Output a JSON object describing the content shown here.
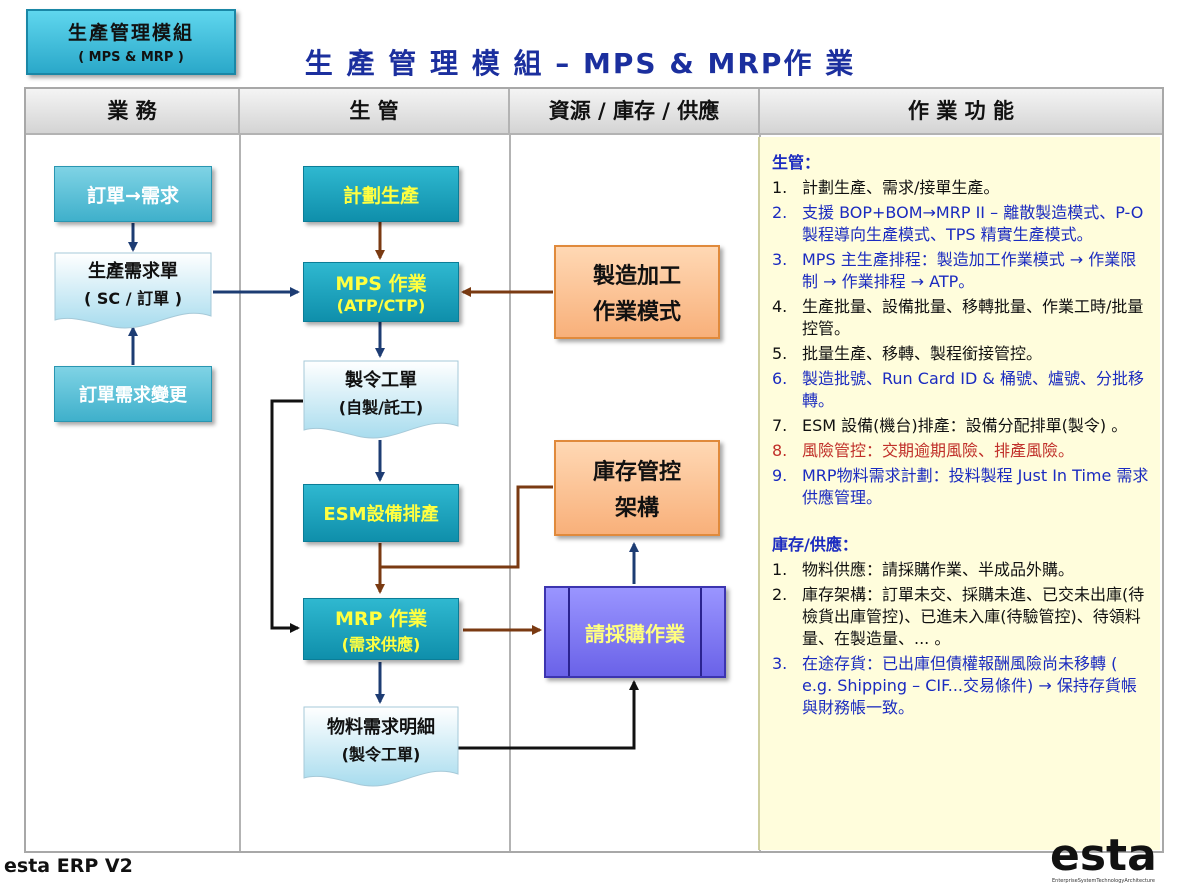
{
  "badge": {
    "line1": "生產管理模組",
    "line2": "( MPS & MRP )"
  },
  "title": "生 產 管 理 模 組 – MPS & MRP作 業",
  "columns": [
    "業 務",
    "生 管",
    "資源 / 庫存 / 供應",
    "作 業 功 能"
  ],
  "business": {
    "order": "訂單→需求",
    "demand_doc": {
      "line1": "生產需求單",
      "line2": "( SC / 訂單 )"
    },
    "change": "訂單需求變更"
  },
  "production": {
    "plan": "計劃生產",
    "mps": {
      "line1": "MPS 作業",
      "line2": "(ATP/CTP)"
    },
    "work_order": {
      "line1": "製令工單",
      "line2": "(自製/託工)"
    },
    "esm": "ESM設備排產",
    "mrp": {
      "line1": "MRP 作業",
      "line2": "(需求供應)"
    },
    "material_doc": {
      "line1": "物料需求明細",
      "line2": "(製令工單)"
    }
  },
  "resources": {
    "mfg_mode": {
      "line1": "製造加工",
      "line2": "作業模式"
    },
    "inventory": {
      "line1": "庫存管控",
      "line2": "架構"
    },
    "purchase": "請採購作業"
  },
  "functions": {
    "prod_header": "生管：",
    "prod_items": [
      {
        "num": "1.",
        "text": "計劃生產、需求/接單生產。",
        "color": "black"
      },
      {
        "num": "2.",
        "text": "支援 BOP+BOM→MRP II – 離散製造模式、P-O 製程導向生產模式、TPS 精實生產模式。",
        "color": "blue"
      },
      {
        "num": "3.",
        "text": "MPS 主生產排程：製造加工作業模式 → 作業限制 → 作業排程 → ATP。",
        "color": "blue"
      },
      {
        "num": "4.",
        "text": "生產批量、設備批量、移轉批量、作業工時/批量 控管。",
        "color": "black"
      },
      {
        "num": "5.",
        "text": "批量生產、移轉、製程銜接管控。",
        "color": "black"
      },
      {
        "num": "6.",
        "text": "製造批號、Run Card ID & 桶號、爐號、分批移轉。",
        "color": "blue"
      },
      {
        "num": "7.",
        "text": "ESM 設備(機台)排產：設備分配排單(製令) 。",
        "color": "black"
      },
      {
        "num": "8.",
        "text": "風險管控：交期逾期風險、排產風險。",
        "color": "red"
      },
      {
        "num": "9.",
        "text": "MRP物料需求計劃：投料製程 Just In Time 需求供應管理。",
        "color": "blue"
      }
    ],
    "inv_header": "庫存/供應：",
    "inv_items": [
      {
        "num": "1.",
        "text": "物料供應：請採購作業、半成品外購。",
        "color": "black"
      },
      {
        "num": "2.",
        "text": "庫存架構：訂單未交、採購未進、已交未出庫(待檢貨出庫管控)、已進未入庫(待驗管控)、待領料量、在製造量、... 。",
        "color": "black"
      },
      {
        "num": "3.",
        "text": "在途存貨：已出庫但債權報酬風險尚未移轉 ( e.g. Shipping – CIF...交易條件) → 保持存貨帳與財務帳一致。",
        "color": "blue"
      }
    ]
  },
  "footer": "esta ERP V2",
  "logo": {
    "text": "esta",
    "tagline": "EnterpriseSystemTechnologyArchitecture"
  }
}
